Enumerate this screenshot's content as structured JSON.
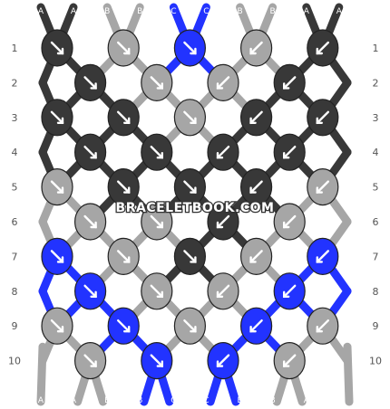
{
  "watermark": "BRACELETBOOK.COM",
  "colors": {
    "A": "#383838",
    "B": "#a6a6a6",
    "C": "#2233ff",
    "arrow": "#ffffff",
    "label": "#555555"
  },
  "strings": [
    "A",
    "A",
    "B",
    "B",
    "C",
    "C",
    "B",
    "B",
    "A",
    "A"
  ],
  "row_labels": [
    "1",
    "2",
    "3",
    "4",
    "5",
    "6",
    "7",
    "8",
    "9",
    "10"
  ],
  "knots": [
    [
      {
        "c": "A",
        "d": "down-right"
      },
      {
        "c": "B",
        "d": "down-right"
      },
      {
        "c": "C",
        "d": "down-right"
      },
      {
        "c": "B",
        "d": "down-left"
      },
      {
        "c": "A",
        "d": "down-left"
      }
    ],
    [
      {
        "c": "A",
        "d": "down-right"
      },
      {
        "c": "B",
        "d": "down-right"
      },
      {
        "c": "B",
        "d": "down-left"
      },
      {
        "c": "A",
        "d": "down-left"
      }
    ],
    [
      {
        "c": "A",
        "d": "down-right"
      },
      {
        "c": "A",
        "d": "down-right"
      },
      {
        "c": "B",
        "d": "down-right"
      },
      {
        "c": "A",
        "d": "down-left"
      },
      {
        "c": "A",
        "d": "down-left"
      }
    ],
    [
      {
        "c": "A",
        "d": "down-right"
      },
      {
        "c": "A",
        "d": "down-right"
      },
      {
        "c": "A",
        "d": "down-left"
      },
      {
        "c": "A",
        "d": "down-left"
      }
    ],
    [
      {
        "c": "B",
        "d": "down-right"
      },
      {
        "c": "A",
        "d": "down-right"
      },
      {
        "c": "A",
        "d": "down-right"
      },
      {
        "c": "A",
        "d": "down-left"
      },
      {
        "c": "B",
        "d": "down-left"
      }
    ],
    [
      {
        "c": "B",
        "d": "down-right"
      },
      {
        "c": "B",
        "d": "down-right"
      },
      {
        "c": "A",
        "d": "down-left"
      },
      {
        "c": "B",
        "d": "down-left"
      }
    ],
    [
      {
        "c": "C",
        "d": "down-right"
      },
      {
        "c": "B",
        "d": "down-right"
      },
      {
        "c": "A",
        "d": "down-right"
      },
      {
        "c": "B",
        "d": "down-left"
      },
      {
        "c": "C",
        "d": "down-left"
      }
    ],
    [
      {
        "c": "C",
        "d": "down-right"
      },
      {
        "c": "B",
        "d": "down-right"
      },
      {
        "c": "B",
        "d": "down-left"
      },
      {
        "c": "C",
        "d": "down-left"
      }
    ],
    [
      {
        "c": "B",
        "d": "down-right"
      },
      {
        "c": "C",
        "d": "down-right"
      },
      {
        "c": "B",
        "d": "down-right"
      },
      {
        "c": "C",
        "d": "down-left"
      },
      {
        "c": "B",
        "d": "down-left"
      }
    ],
    [
      {
        "c": "B",
        "d": "down-right"
      },
      {
        "c": "C",
        "d": "down-right"
      },
      {
        "c": "C",
        "d": "down-left"
      },
      {
        "c": "B",
        "d": "down-left"
      }
    ]
  ]
}
